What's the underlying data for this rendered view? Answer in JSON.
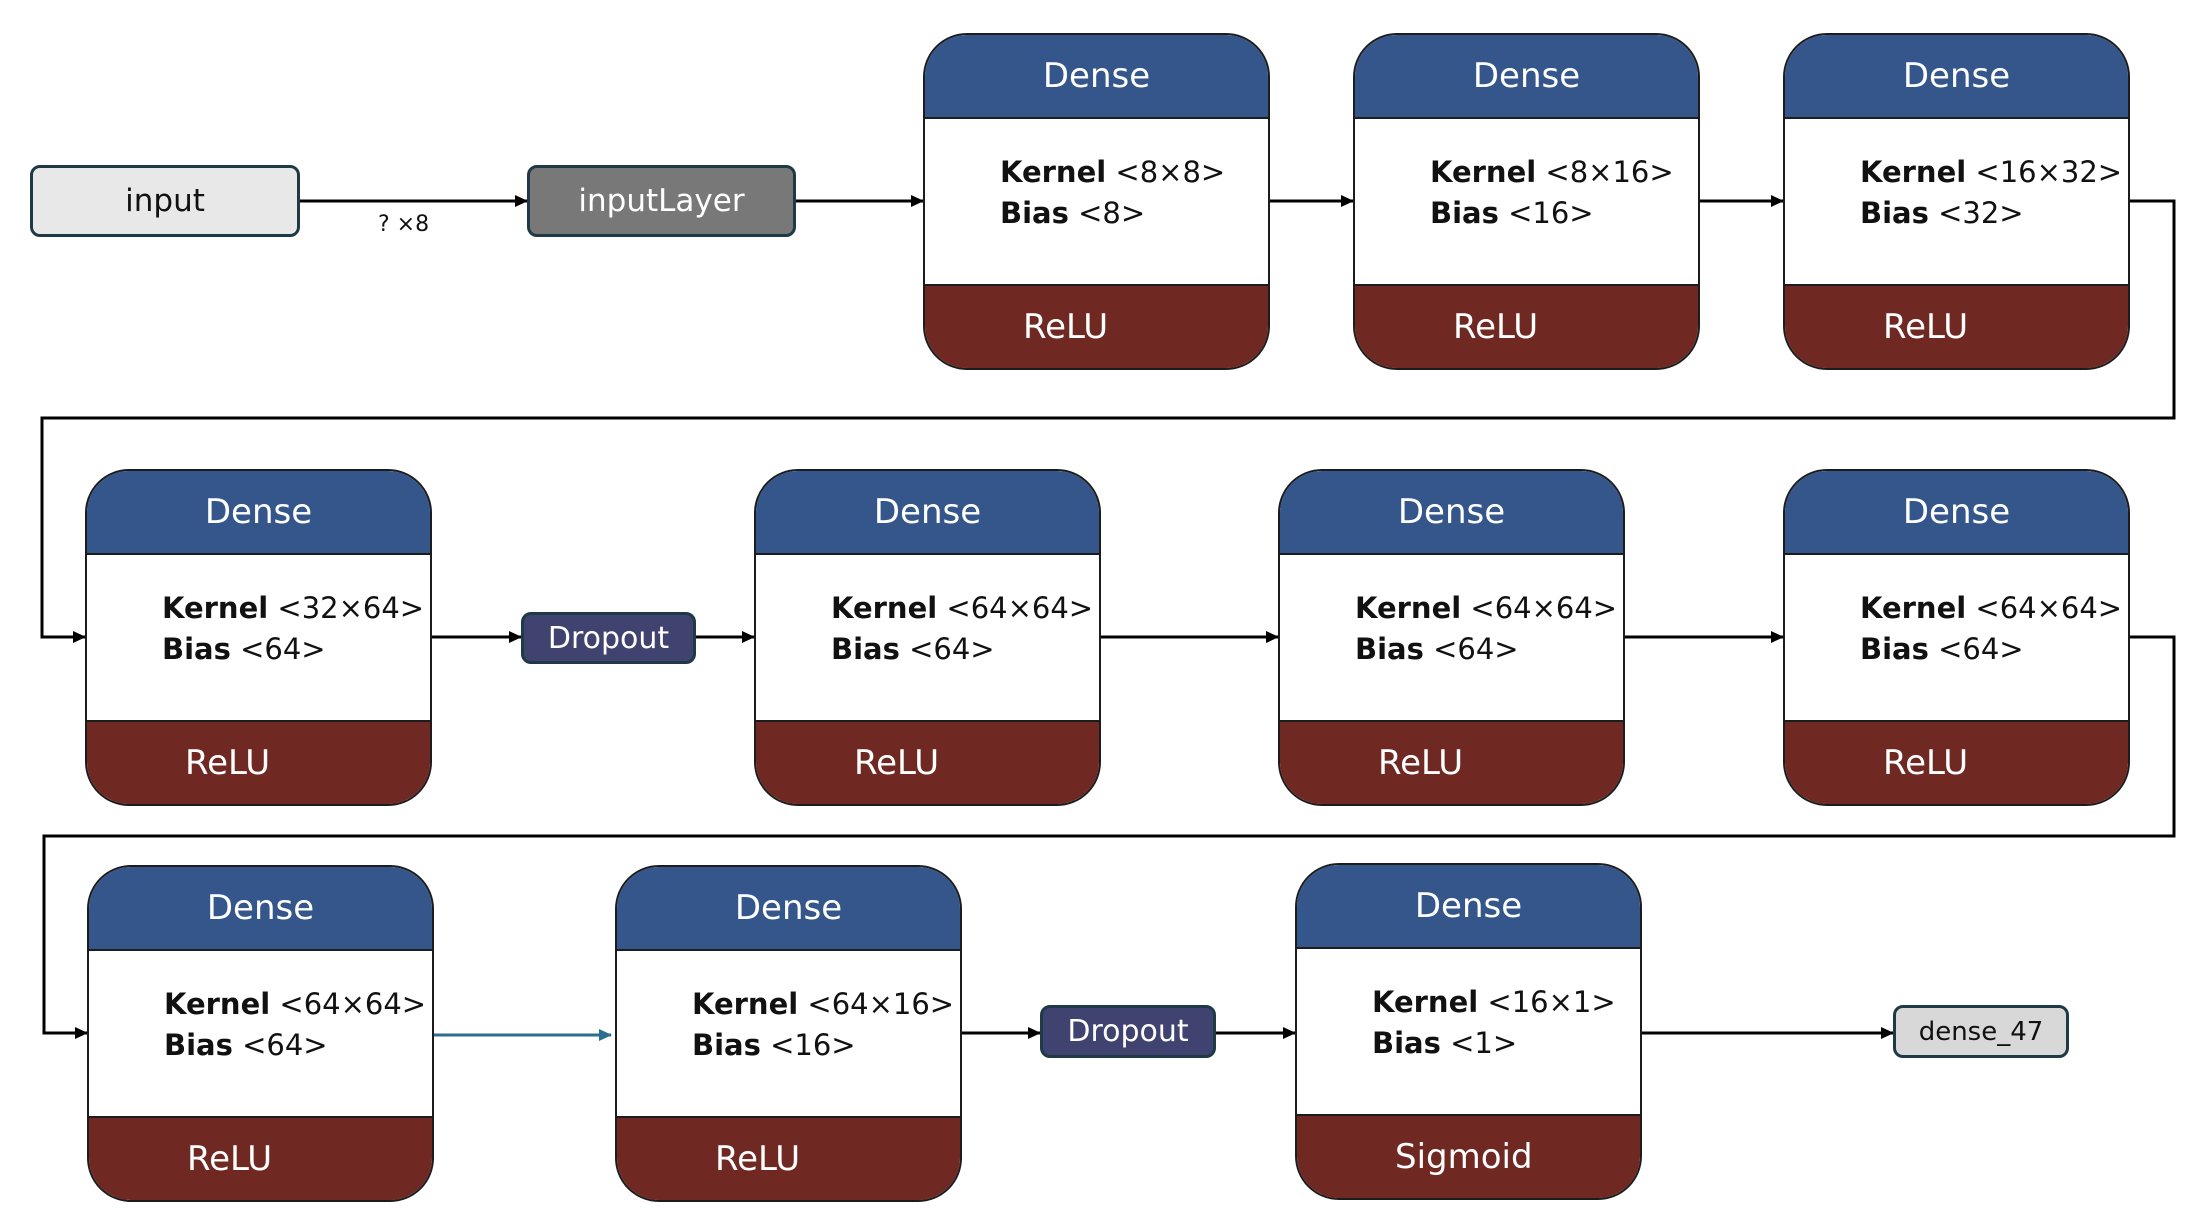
{
  "input_node": {
    "label": "input",
    "shape": "? ×8"
  },
  "input_layer": {
    "label": "inputLayer"
  },
  "dense_layers": [
    {
      "title": "Dense",
      "kernel_label": "Kernel",
      "kernel": "<8×8>",
      "bias_label": "Bias",
      "bias": "<8>",
      "activation": "ReLU"
    },
    {
      "title": "Dense",
      "kernel_label": "Kernel",
      "kernel": "<8×16>",
      "bias_label": "Bias",
      "bias": "<16>",
      "activation": "ReLU"
    },
    {
      "title": "Dense",
      "kernel_label": "Kernel",
      "kernel": "<16×32>",
      "bias_label": "Bias",
      "bias": "<32>",
      "activation": "ReLU"
    },
    {
      "title": "Dense",
      "kernel_label": "Kernel",
      "kernel": "<32×64>",
      "bias_label": "Bias",
      "bias": "<64>",
      "activation": "ReLU"
    },
    {
      "title": "Dense",
      "kernel_label": "Kernel",
      "kernel": "<64×64>",
      "bias_label": "Bias",
      "bias": "<64>",
      "activation": "ReLU"
    },
    {
      "title": "Dense",
      "kernel_label": "Kernel",
      "kernel": "<64×64>",
      "bias_label": "Bias",
      "bias": "<64>",
      "activation": "ReLU"
    },
    {
      "title": "Dense",
      "kernel_label": "Kernel",
      "kernel": "<64×64>",
      "bias_label": "Bias",
      "bias": "<64>",
      "activation": "ReLU"
    },
    {
      "title": "Dense",
      "kernel_label": "Kernel",
      "kernel": "<64×64>",
      "bias_label": "Bias",
      "bias": "<64>",
      "activation": "ReLU"
    },
    {
      "title": "Dense",
      "kernel_label": "Kernel",
      "kernel": "<64×16>",
      "bias_label": "Bias",
      "bias": "<16>",
      "activation": "ReLU"
    },
    {
      "title": "Dense",
      "kernel_label": "Kernel",
      "kernel": "<16×1>",
      "bias_label": "Bias",
      "bias": "<1>",
      "activation": "Sigmoid"
    }
  ],
  "dropout_layers": [
    {
      "label": "Dropout"
    },
    {
      "label": "Dropout"
    }
  ],
  "output_node": {
    "label": "dense_47"
  },
  "colors": {
    "dense_header": "#34568b",
    "dense_footer": "#6f2822",
    "dropout": "#40426f",
    "input_layer": "#787878",
    "input_node": "#e8e8e8",
    "output_node": "#d8d8d8",
    "edge": "#000000",
    "edge_highlight": "#2d6e8e"
  }
}
